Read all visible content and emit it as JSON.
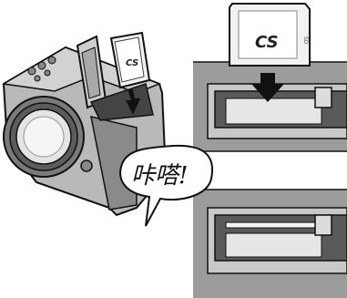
{
  "illustration": {
    "card_logo": "CS",
    "card_side_text": "SD",
    "callout_text": "咔嗒!"
  },
  "colors": {
    "panel_gray": "#9c9c9c",
    "card_slot": "#5a5a5a",
    "outline": "#111111",
    "card_face": "#f2f2f2"
  }
}
